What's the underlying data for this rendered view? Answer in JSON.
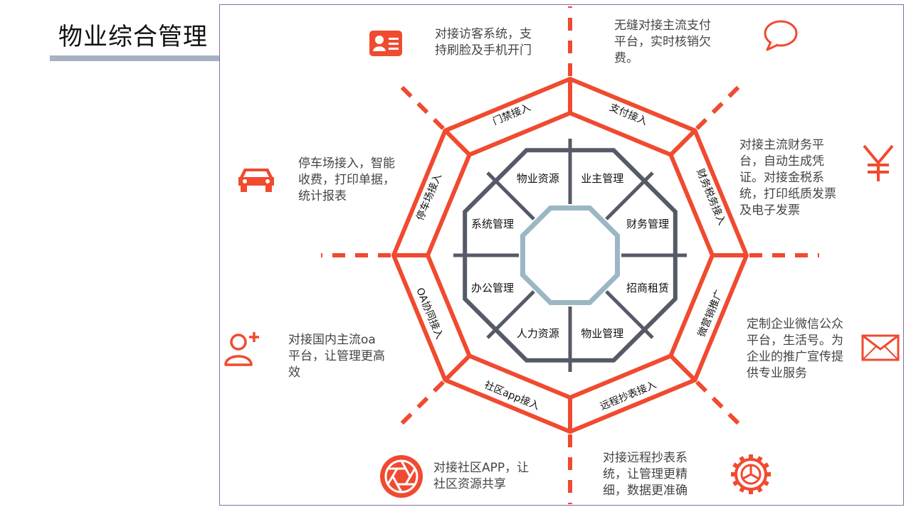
{
  "page": {
    "title": "物业综合管理"
  },
  "diagram": {
    "inner_modules": [
      {
        "id": "wuye-ziyuan",
        "label": "物业资源"
      },
      {
        "id": "yezhu-guanli",
        "label": "业主管理"
      },
      {
        "id": "caiwu-guanli",
        "label": "财务管理"
      },
      {
        "id": "zhaoshang-zulin",
        "label": "招商租赁"
      },
      {
        "id": "wuye-guanli",
        "label": "物业管理"
      },
      {
        "id": "renli-ziyuan",
        "label": "人力资源"
      },
      {
        "id": "bangong-guanli",
        "label": "办公管理"
      },
      {
        "id": "xitong-guanli",
        "label": "系统管理"
      }
    ],
    "outer_modules": [
      {
        "id": "menjin",
        "label": "门禁接入",
        "description": [
          "对接访客系统，支",
          "持刷脸及手机开门"
        ],
        "icon": "id-card-icon"
      },
      {
        "id": "zhifu",
        "label": "支付接入",
        "description": [
          "无缝对接主流支付",
          "平台，实时核销欠",
          "费。"
        ],
        "icon": "chat-bubble-icon"
      },
      {
        "id": "caiwu-shuiwu",
        "label": "财务税务接入",
        "description": [
          "对接主流财务平",
          "台，自动生成凭",
          "证。对接金税系",
          "统，打印纸质发票",
          "及电子发票"
        ],
        "icon": "yen-icon"
      },
      {
        "id": "yingxiao",
        "label": "微营销推广",
        "description": [
          "定制企业微信公众",
          "平台，生活号。为",
          "企业的推广宣传提",
          "供专业服务"
        ],
        "icon": "mail-icon"
      },
      {
        "id": "chaobiao",
        "label": "远程抄表接入",
        "description": [
          "对接远程抄表系",
          "统，让管理更精",
          "细，数据更准确"
        ],
        "icon": "gear-icon"
      },
      {
        "id": "app",
        "label": "社区app接入",
        "description": [
          "对接社区APP，让",
          "社区资源共享"
        ],
        "icon": "aperture-icon"
      },
      {
        "id": "oa",
        "label": "OA协同接入",
        "description": [
          "对接国内主流oa",
          "平台，让管理更高",
          "效"
        ],
        "icon": "add-user-icon"
      },
      {
        "id": "tingche",
        "label": "停车场接入",
        "description": [
          "停车场接入，智能",
          "收费，打印单据，",
          "统计报表"
        ],
        "icon": "car-icon"
      }
    ]
  },
  "colors": {
    "accent": "#f04a30",
    "inner_ring": "#555a66",
    "core_ring": "#9bb7c4",
    "text": "#444444",
    "title_bar": "#a7b1c2"
  }
}
